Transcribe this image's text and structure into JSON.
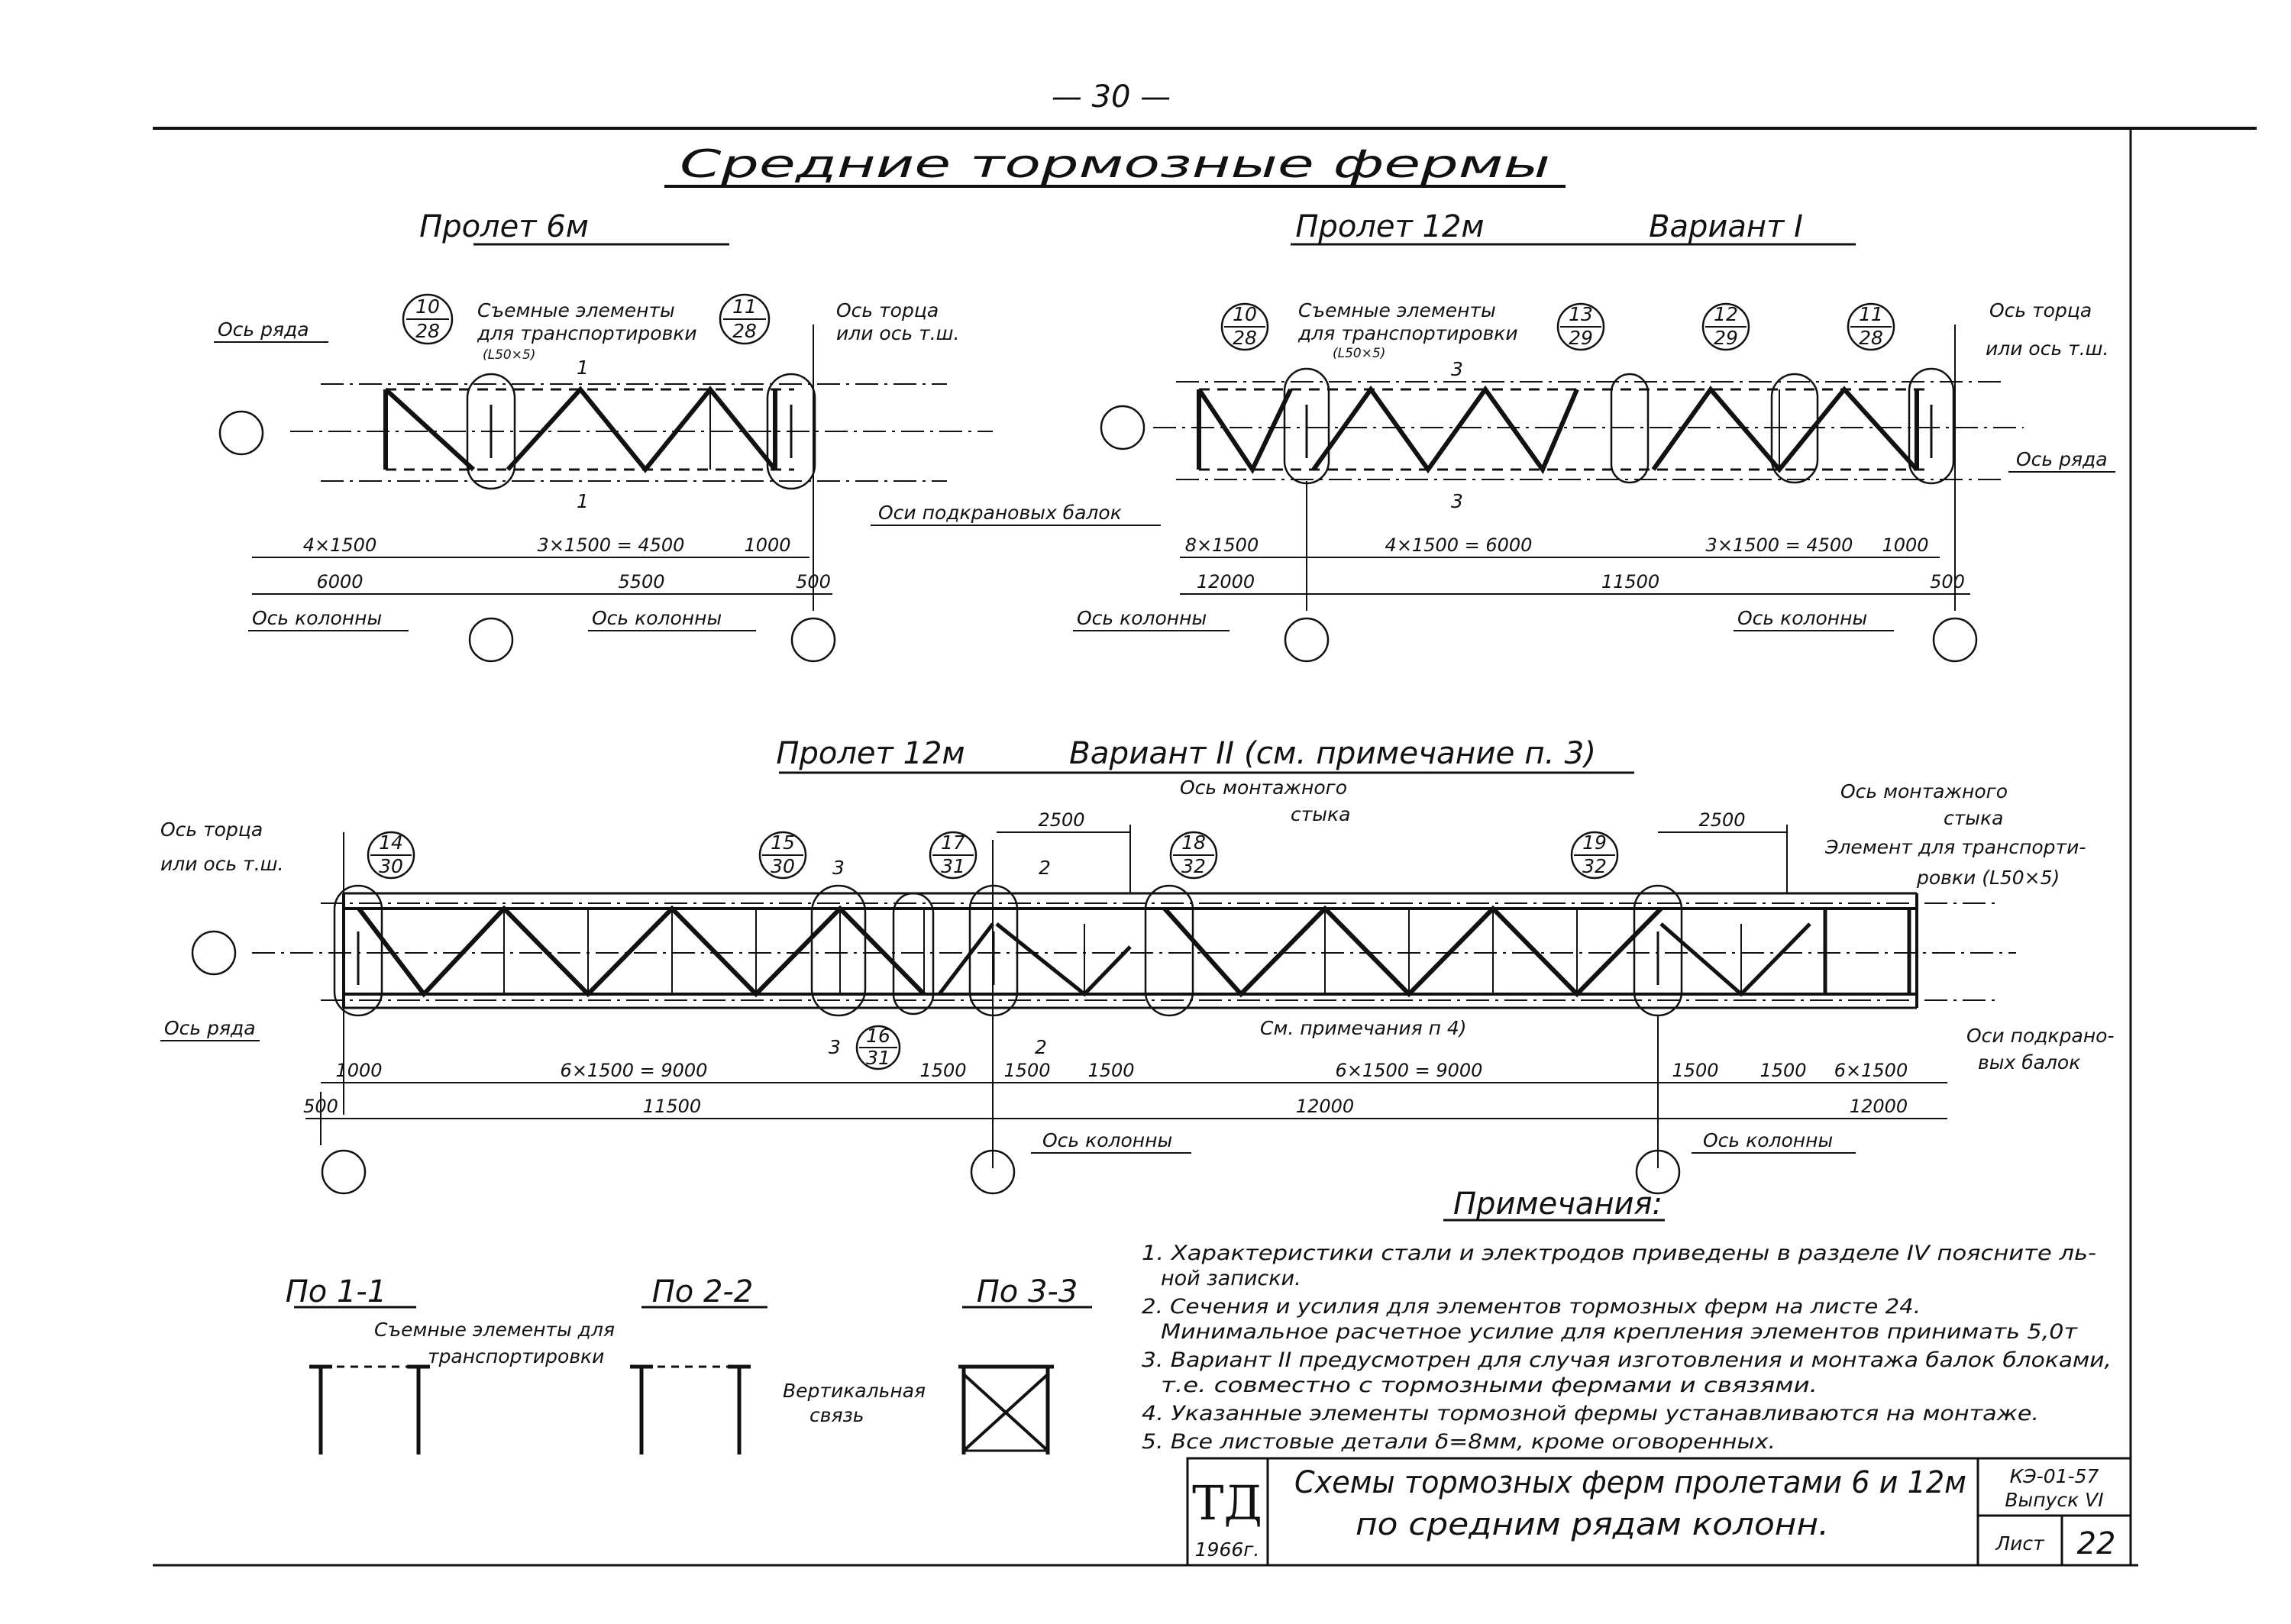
{
  "page_number": "— 30 —",
  "title": "Средние тормозные фермы",
  "panel_a": {
    "title": "Пролет 6м",
    "labels": {
      "row_axis": "Ось ряда",
      "removable": "Съемные элементы",
      "for_transport": "для транспортировки",
      "angle": "(L50×5)",
      "end_axis_1": "Ось торца",
      "end_axis_2": "или ось т.ш.",
      "crane_axes": "Оси подкрановых балок",
      "col_axis_1": "Ось колонны",
      "col_axis_2": "Ось колонны"
    },
    "callouts": [
      {
        "top": "10",
        "bottom": "28"
      },
      {
        "top": "11",
        "bottom": "28"
      }
    ],
    "section_marks": [
      "1",
      "1"
    ],
    "dims": {
      "d1": "4×1500",
      "d2": "3×1500 = 4500",
      "d3": "1000",
      "e1": "6000",
      "e2": "5500",
      "e3": "500"
    }
  },
  "panel_b": {
    "title": "Пролет 12м",
    "variant": "Вариант I",
    "labels": {
      "removable": "Съемные элементы",
      "for_transport": "для транспортировки",
      "angle": "(L50×5)",
      "end_axis_1": "Ось торца",
      "end_axis_2": "или ось т.ш.",
      "row_axis": "Ось ряда",
      "col_axis_1": "Ось колонны",
      "col_axis_2": "Ось колонны"
    },
    "callouts": [
      {
        "top": "10",
        "bottom": "28"
      },
      {
        "top": "13",
        "bottom": "29"
      },
      {
        "top": "12",
        "bottom": "29"
      },
      {
        "top": "11",
        "bottom": "28"
      }
    ],
    "section_marks": [
      "3",
      "3"
    ],
    "dims": {
      "d1": "8×1500",
      "d2": "4×1500 = 6000",
      "d3": "3×1500 = 4500",
      "d4": "1000",
      "e1": "12000",
      "e2": "11500",
      "e3": "500"
    }
  },
  "panel_c": {
    "title": "Пролет 12м",
    "variant": "Вариант II (см. примечание п. 3)",
    "labels": {
      "end_axis_1": "Ось торца",
      "end_axis_2": "или ось т.ш.",
      "row_axis": "Ось ряда",
      "mount_joint_1a": "Ось монтажного",
      "mount_joint_1b": "стыка",
      "mount_joint_2a": "Ось монтажного",
      "mount_joint_2b": "стыка",
      "transport_el_1": "Элемент для транспорти-",
      "transport_el_2": "ровки (L50×5)",
      "crane_axes_1": "Оси подкрано-",
      "crane_axes_2": "вых балок",
      "see_note": "См. примечания п 4)",
      "col_axis_1": "Ось колонны",
      "col_axis_2": "Ось колонны"
    },
    "callouts": [
      {
        "top": "14",
        "bottom": "30"
      },
      {
        "top": "15",
        "bottom": "30"
      },
      {
        "top": "17",
        "bottom": "31"
      },
      {
        "top": "18",
        "bottom": "32"
      },
      {
        "top": "19",
        "bottom": "32"
      },
      {
        "top": "16",
        "bottom": "31"
      }
    ],
    "section_marks": [
      "3",
      "2",
      "3",
      "2"
    ],
    "dims": {
      "top_2500_a": "2500",
      "top_2500_b": "2500",
      "d1": "1000",
      "d2": "6×1500 = 9000",
      "d3": "1500",
      "d4": "1500",
      "d5": "1500",
      "d6": "6×1500 = 9000",
      "d7": "1500",
      "d8": "1500",
      "d9": "6×1500",
      "e0": "500",
      "e1": "11500",
      "e2": "12000",
      "e3": "12000"
    }
  },
  "sections": {
    "s11": "По 1-1",
    "s22": "По 2-2",
    "s33": "По 3-3",
    "removable_1": "Съемные элементы для",
    "removable_2": "транспортировки",
    "vertical_1": "Вертикальная",
    "vertical_2": "связь"
  },
  "notes": {
    "heading": "Примечания:",
    "lines": [
      "1. Характеристики стали и электродов приведены в разделе IV поясните ль-",
      "ной записки.",
      "2. Сечения и усилия для элементов тормозных ферм на листе 24.",
      "Минимальное расчетное усилие для крепления элементов принимать 5,0т",
      "3. Вариант II предусмотрен для случая изготовления и монтажа балок блоками,",
      "т.е. совместно с тормозными фермами и связями.",
      "4. Указанные элементы тормозной фермы устанавливаются на монтаже.",
      "5. Все листовые детали δ=8мм, кроме оговоренных."
    ]
  },
  "title_block": {
    "logo": "ТД",
    "year": "1966г.",
    "title_1": "Схемы тормозных ферм пролетами 6 и 12м",
    "title_2": "по средним рядам колонн.",
    "code": "КЭ-01-57",
    "issue": "Выпуск VI",
    "sheet_label": "Лист",
    "sheet_num": "22"
  }
}
